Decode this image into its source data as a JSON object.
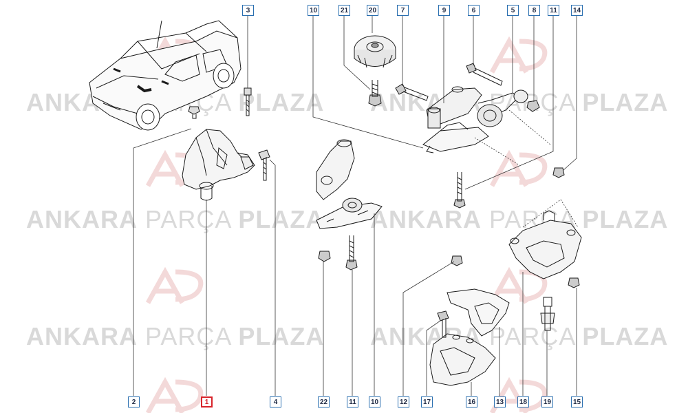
{
  "watermark": {
    "word1": "ANKARA",
    "word2": "PARÇA",
    "word3": "PLAZA",
    "logo": "AP"
  },
  "callouts": {
    "c1": "1",
    "c2": "2",
    "c3": "3",
    "c4": "4",
    "c5": "5",
    "c6": "6",
    "c7": "7",
    "c8": "8",
    "c9": "9",
    "c10a": "10",
    "c10b": "10",
    "c11a": "11",
    "c11b": "11",
    "c12": "12",
    "c13": "13",
    "c14": "14",
    "c15": "15",
    "c16": "16",
    "c17": "17",
    "c18": "18",
    "c19": "19",
    "c20": "20",
    "c21": "21",
    "c22": "22"
  },
  "selected_part": "1",
  "colors": {
    "callout_border": "#2a6fb0",
    "selected_border": "#d8232a",
    "watermark": "#d9d9d9"
  }
}
